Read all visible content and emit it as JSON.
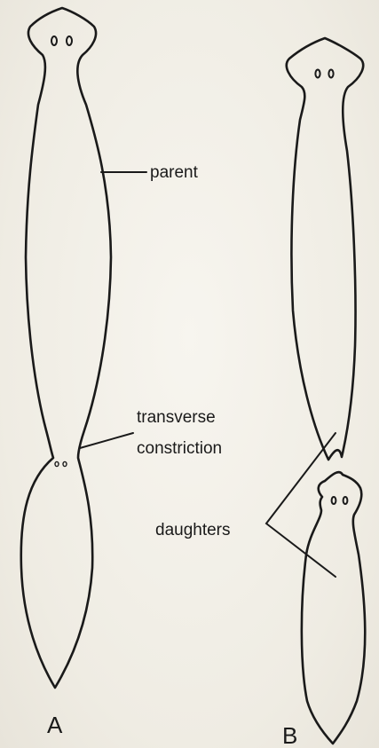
{
  "diagram": {
    "labels": {
      "parent": "parent",
      "transverse_line1": "transverse",
      "transverse_line2": "constriction",
      "daughters": "daughters"
    },
    "panels": {
      "a": "A",
      "b": "B"
    }
  }
}
